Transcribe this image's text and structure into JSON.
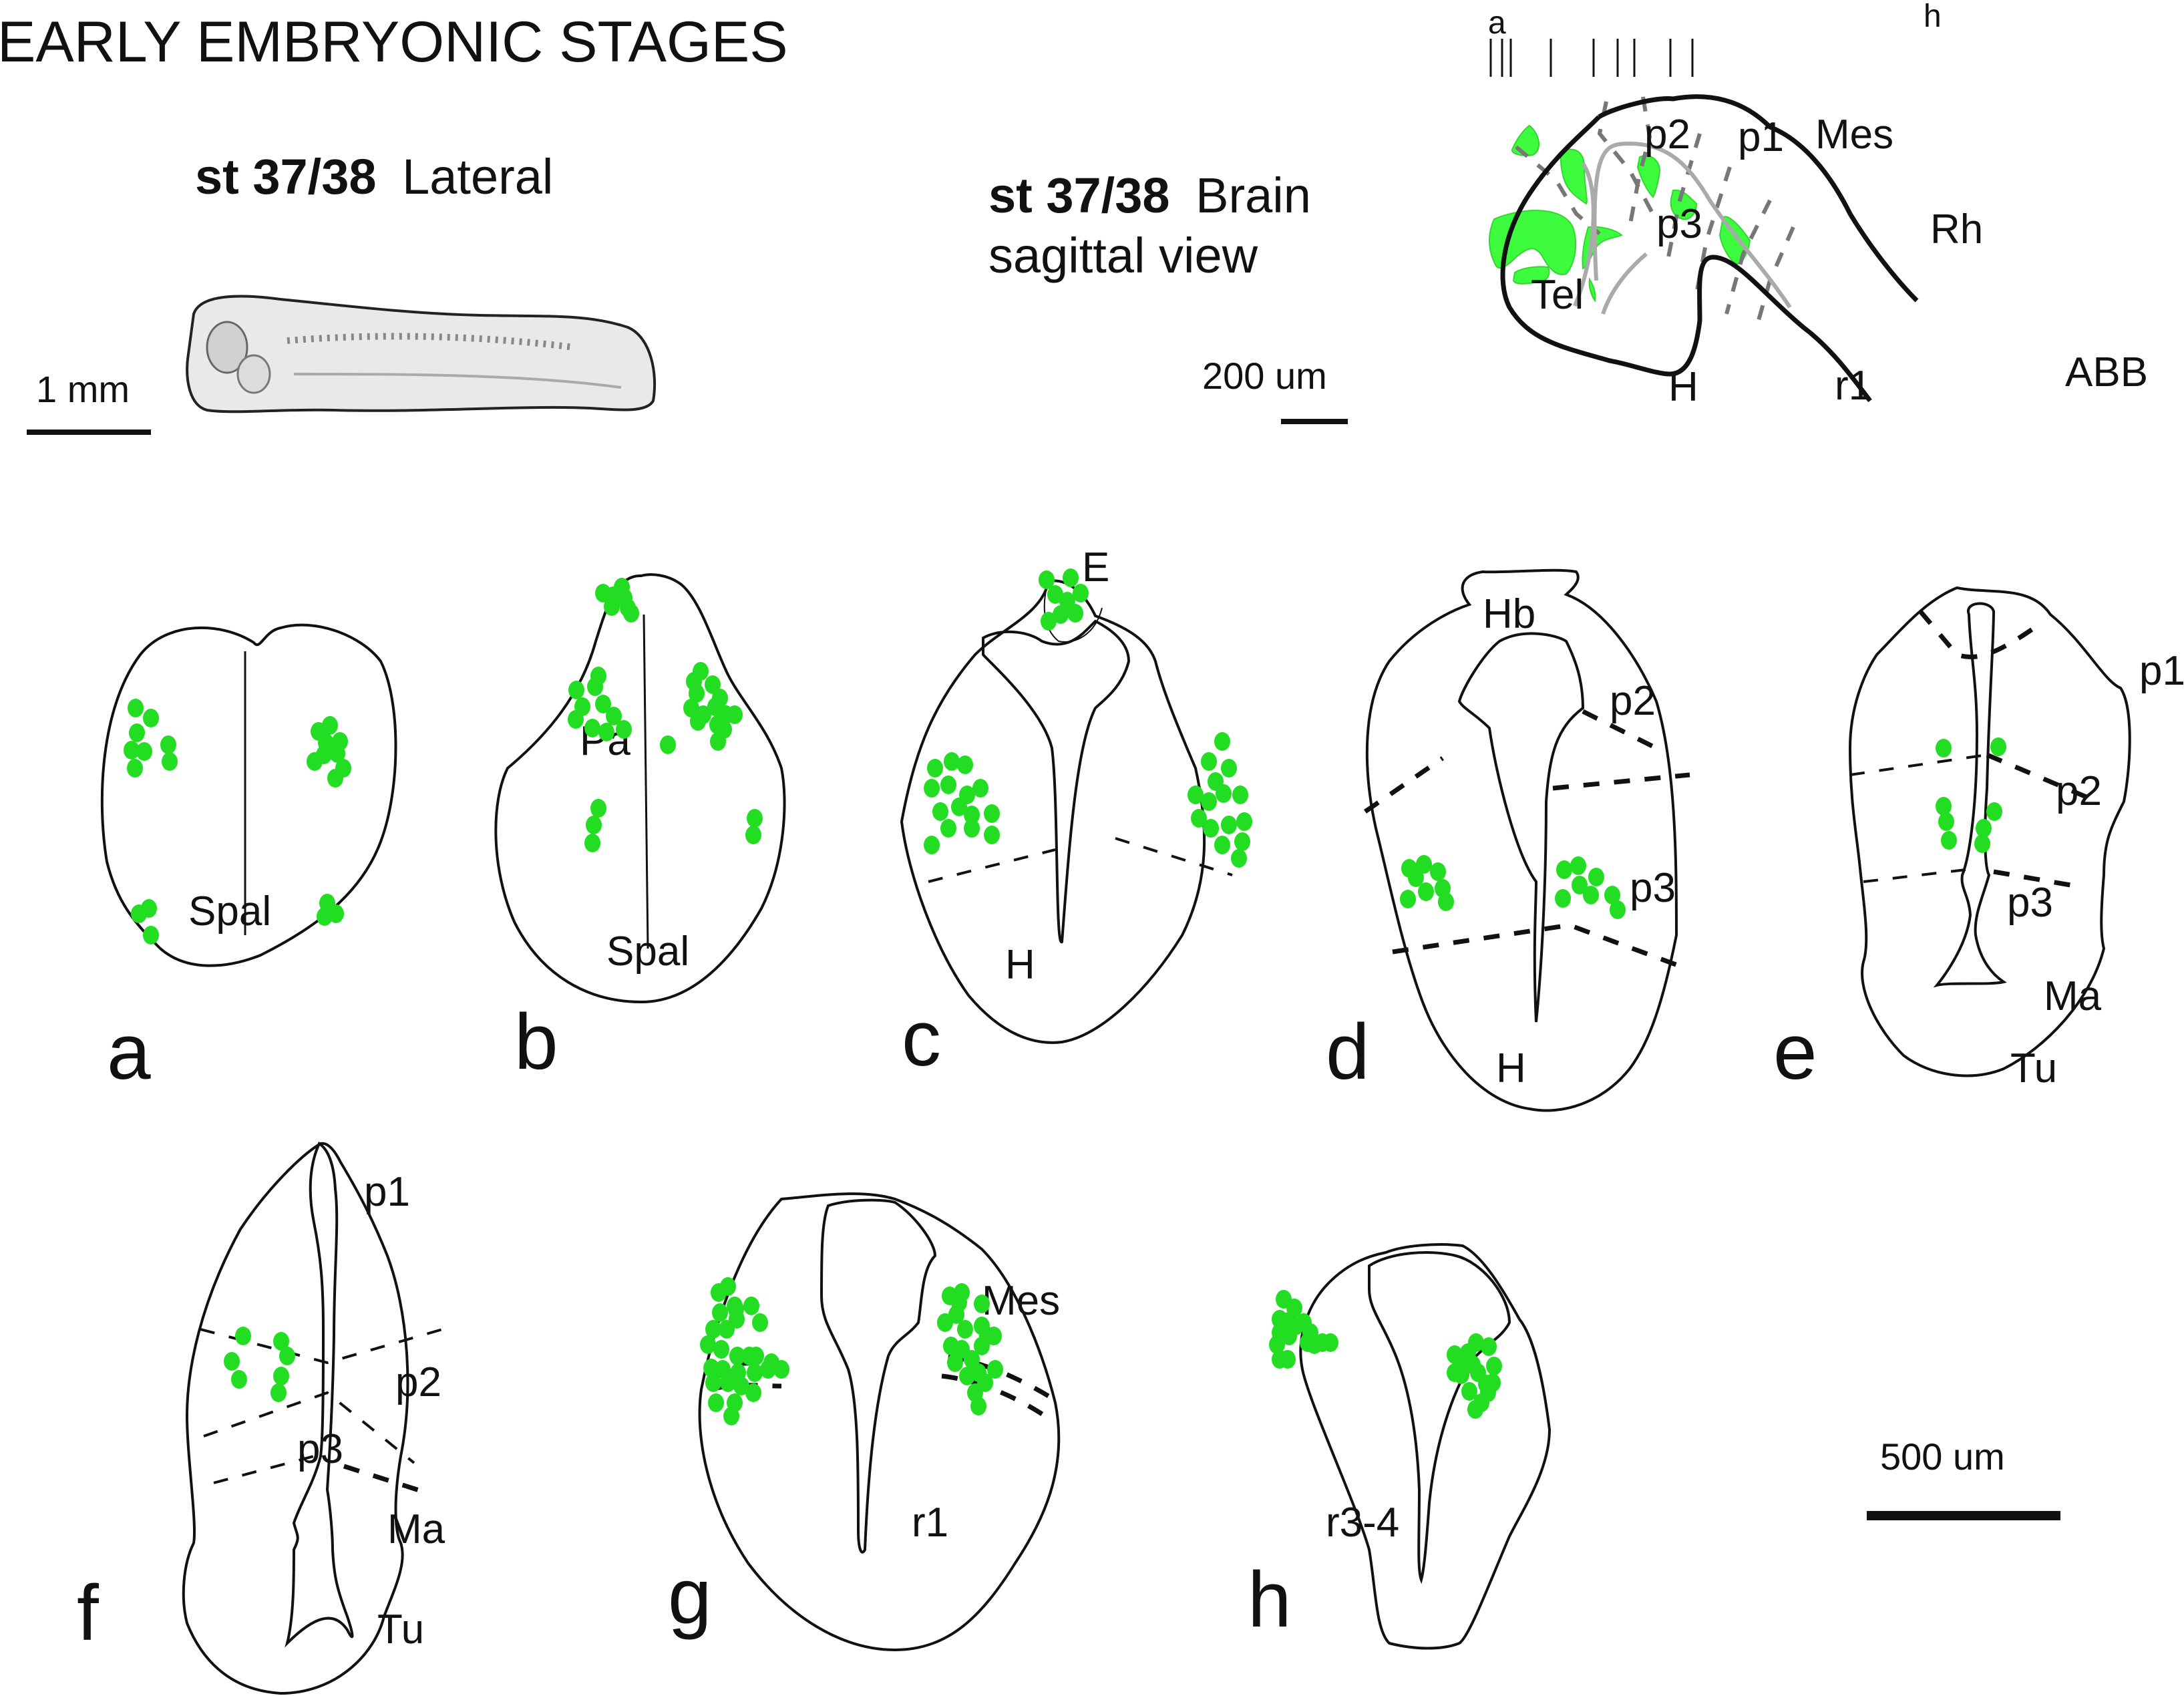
{
  "title": "EARLY EMBRYONIC STAGES",
  "lateral": {
    "stage": "st 37/38",
    "view": "Lateral",
    "scale_bar": "1 mm"
  },
  "sagittal": {
    "stage": "st 37/38",
    "view_line1": "Brain",
    "view_line2": "sagittal view",
    "scale_bar": "200 um",
    "section_marks": {
      "start": "a",
      "end": "h"
    },
    "regions": [
      "p2",
      "p1",
      "Mes",
      "p3",
      "Rh",
      "Tel",
      "H",
      "r1",
      "ABB"
    ]
  },
  "sections": [
    {
      "panel": "a",
      "labels": [
        "Spal"
      ]
    },
    {
      "panel": "b",
      "labels": [
        "Pa",
        "Spal"
      ]
    },
    {
      "panel": "c",
      "labels": [
        "E",
        "H"
      ]
    },
    {
      "panel": "d",
      "labels": [
        "Hb",
        "p2",
        "p3",
        "H"
      ]
    },
    {
      "panel": "e",
      "labels": [
        "p1",
        "p2",
        "p3",
        "Ma",
        "Tu"
      ]
    },
    {
      "panel": "f",
      "labels": [
        "p1",
        "p2",
        "p3",
        "Ma",
        "Tu"
      ]
    },
    {
      "panel": "g",
      "labels": [
        "Mes",
        "r1"
      ]
    },
    {
      "panel": "h",
      "labels": [
        "r3-4"
      ]
    }
  ],
  "sections_scale_bar": "500 um",
  "colors": {
    "label_green": "#22dd22",
    "region_green": "#3dfc3d",
    "outline": "#111111",
    "boundary_gray": "#777777"
  }
}
